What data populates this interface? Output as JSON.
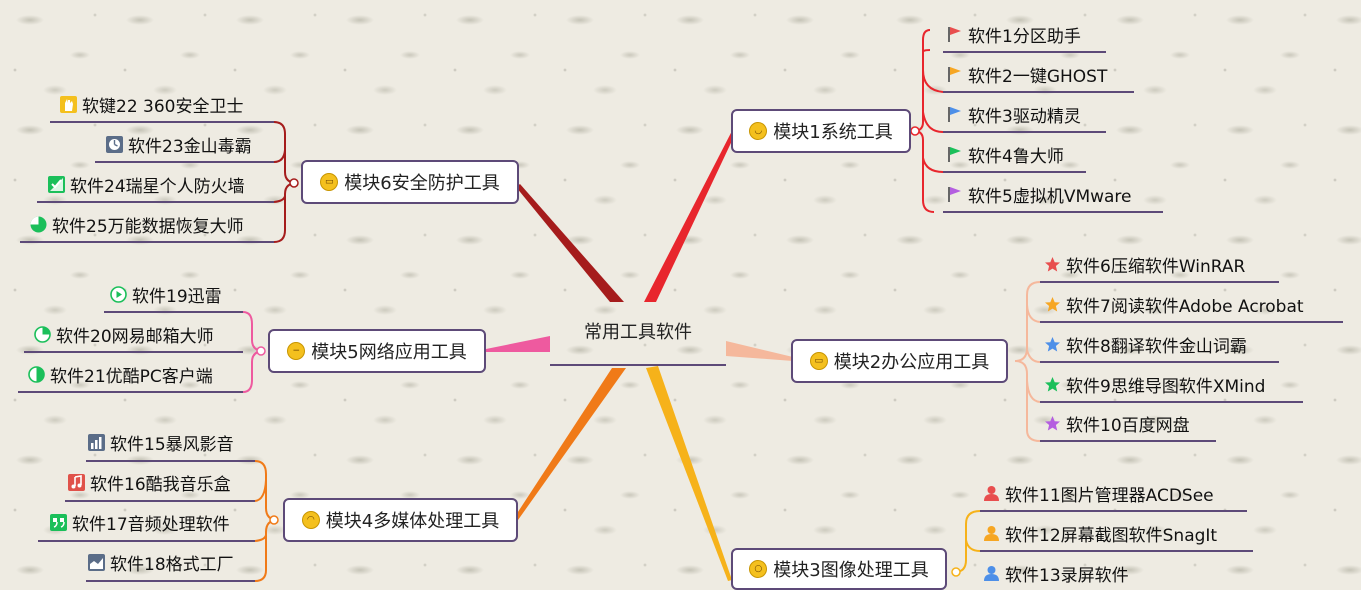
{
  "root": {
    "label": "常用工具软件"
  },
  "modules": {
    "m1": {
      "label": "模块1系统工具",
      "emoji": "😊"
    },
    "m2": {
      "label": "模块2办公应用工具",
      "emoji": "😁"
    },
    "m3": {
      "label": "模块3图像处理工具",
      "emoji": "😲"
    },
    "m4": {
      "label": "模块4多媒体处理工具",
      "emoji": "😓"
    },
    "m5": {
      "label": "模块5网络应用工具",
      "emoji": "😑"
    },
    "m6": {
      "label": "模块6安全防护工具",
      "emoji": "😁"
    }
  },
  "leaves": {
    "s1": "软件1分区助手",
    "s2": "软件2一键GHOST",
    "s3": "软件3驱动精灵",
    "s4": "软件4鲁大师",
    "s5": "软件5虚拟机VMware",
    "s6": "软件6压缩软件WinRAR",
    "s7": "软件7阅读软件Adobe Acrobat",
    "s8": "软件8翻译软件金山词霸",
    "s9": "软件9思维导图软件XMind",
    "s10": "软件10百度网盘",
    "s11": "软件11图片管理器ACDSee",
    "s12": "软件12屏幕截图软件SnagIt",
    "s13": "软件13录屏软件",
    "s15": "软件15暴风影音",
    "s16": "软件16酷我音乐盒",
    "s17": "软件17音频处理软件",
    "s18": "软件18格式工厂",
    "s19": "软件19迅雷",
    "s20": "软件20网易邮箱大师",
    "s21": "软件21优酷PC客户端",
    "s22": "软键22  360安全卫士",
    "s23": "软件23金山毒霸",
    "s24": "软件24瑞星个人防火墙",
    "s25": "软件25万能数据恢复大师"
  },
  "colors": {
    "branch_m1": "#e8262d",
    "branch_m2": "#f5b89c",
    "branch_m3": "#f6b21a",
    "branch_m4": "#f07a18",
    "branch_m5": "#ee5a9f",
    "branch_m6": "#a51c1c",
    "node_border": "#5d4a78",
    "underline": "#5d4a78",
    "flag_red": "#e84e4e",
    "flag_orange": "#f6a623",
    "flag_blue": "#4d8fe8",
    "flag_green": "#1bbf5a",
    "flag_purple": "#b45ee0"
  },
  "icons": {
    "s1": "red-flag-icon",
    "s2": "orange-flag-icon",
    "s3": "blue-flag-icon",
    "s4": "green-flag-icon",
    "s5": "purple-flag-icon",
    "s6": "red-star-icon",
    "s7": "orange-star-icon",
    "s8": "blue-star-icon",
    "s9": "green-star-icon",
    "s10": "purple-star-icon",
    "s11": "red-person-icon",
    "s12": "orange-person-icon",
    "s13": "blue-person-icon",
    "s15": "bar-chart-icon",
    "s16": "music-note-icon",
    "s17": "quote-icon",
    "s18": "area-chart-icon",
    "s19": "play-circle-icon",
    "s20": "pie-quarter-icon",
    "s21": "half-circle-icon",
    "s22": "hand-icon",
    "s23": "clock-icon",
    "s24": "check-box-icon",
    "s25": "three-quarter-pie-icon"
  }
}
